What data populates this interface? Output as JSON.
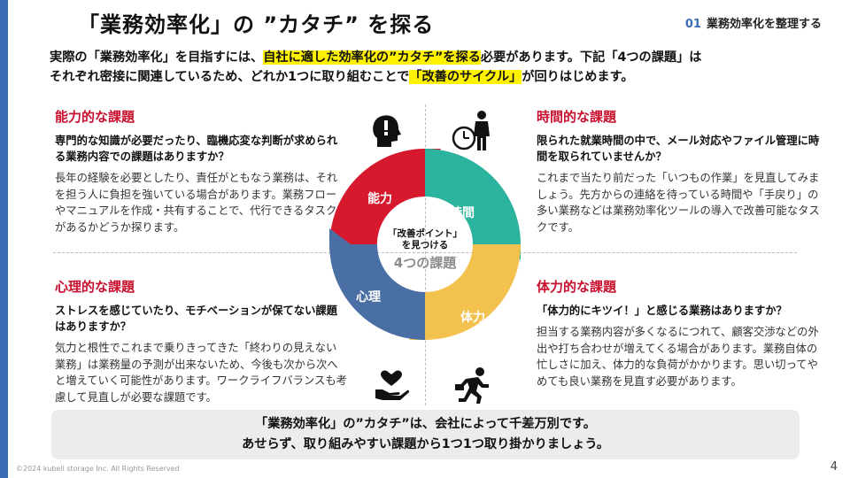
{
  "title": "「業務効率化」の ”カタチ” を探る",
  "section": {
    "number": "01",
    "label": "業務効率化を整理する"
  },
  "intro": {
    "line1_a": "実際の「業務効率化」を目指すには、",
    "line1_hl": "自社に適した効率化の”カタチ”を探る",
    "line1_b": "必要があります。下記「4つの課題」は",
    "line2_a": "それぞれ密接に関連しているため、どれか1つに取り組むことで",
    "line2_hl": "「改善のサイクル」",
    "line2_b": "が回りはじめます。"
  },
  "quadrants": {
    "ability": {
      "title": "能力的な課題",
      "lead": "専門的な知識が必要だったり、臨機応変な判断が求められる業務内容での課題はありますか？",
      "body": "長年の経験を必要としたり、責任がともなう業務は、それを担う人に負担を強いている場合があります。業務フローやマニュアルを作成・共有することで、代行できるタスクがあるかどうか探ります。"
    },
    "time": {
      "title": "時間的な課題",
      "lead": "限られた就業時間の中で、メール対応やファイル管理に時間を取られていませんか？",
      "body": "これまで当たり前だった「いつもの作業」を見直してみましょう。先方からの連絡を待っている時間や「手戻り」の多い業務などは業務効率化ツールの導入で改善可能なタスクです。"
    },
    "mental": {
      "title": "心理的な課題",
      "lead": "ストレスを感じていたり、モチベーションが保てない課題はありますか？",
      "body": "気力と根性でこれまで乗りきってきた「終わりの見えない業務」は業務量の予測が出来ないため、今後も次から次へと増えていく可能性があります。ワークライフバランスも考慮して見直しが必要な課題です。"
    },
    "physical": {
      "title": "体力的な課題",
      "lead": "「体力的にキツイ！」と感じる業務はありますか？",
      "body": "担当する業務内容が多くなるにつれて、顧客交渉などの外出や打ち合わせが増えてくる場合があります。業務自体の忙しさに加え、体力的な負荷がかかります。思い切ってやめても良い業務を見直す必要があります。"
    }
  },
  "cycle": {
    "labels": {
      "ability": "能力",
      "time": "時間",
      "physical": "体力",
      "mental": "心理"
    },
    "center_line1": "「改善ポイント」",
    "center_line2": "を見つける",
    "center_main": "4つの課題",
    "colors": {
      "ability": "#d7192d",
      "time": "#2bb39d",
      "physical": "#f2c14e",
      "mental": "#4a6fa5"
    }
  },
  "icons": {
    "ability": "head-exclamation-icon",
    "time": "clock-person-icon",
    "physical": "running-person-icon",
    "mental": "heart-hand-icon"
  },
  "summary": {
    "line1": "「業務効率化」の”カタチ”は、会社によって千差万別です。",
    "line2": "あせらず、取り組みやすい課題から1つ1つ取り掛かりましょう。"
  },
  "copyright": "©2024 kubell storage Inc. All Rights Reserved",
  "page_number": "4"
}
